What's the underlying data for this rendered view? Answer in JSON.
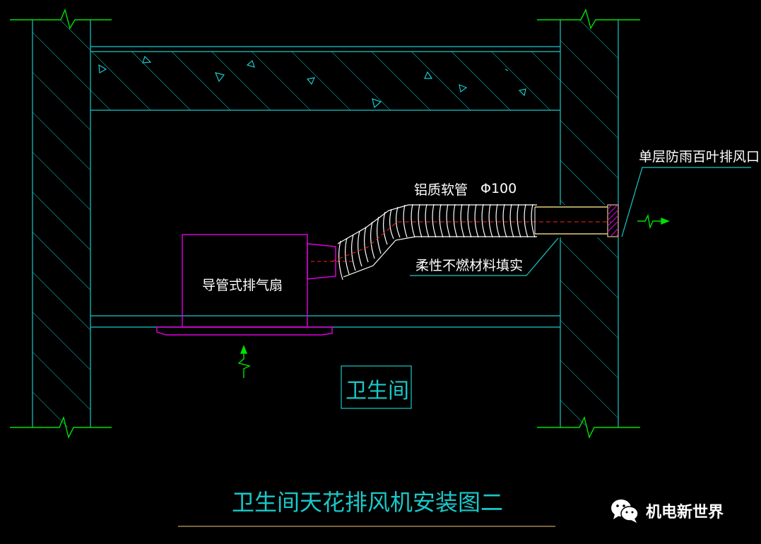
{
  "drawing": {
    "title": "卫生间天花排风机安装图二",
    "room_label": "卫生间",
    "fan_label": "导管式排气扇",
    "hose_label": "铝质软管",
    "hose_size": "Φ100",
    "fill_label": "柔性不燃材料填实",
    "louver_label": "单层防雨百叶排风口"
  },
  "watermark": {
    "text": "机电新世界",
    "icon": "wechat-icon"
  },
  "colors": {
    "background": "#000000",
    "wall_cyan": "#19c8c8",
    "break_green": "#00e000",
    "fan_magenta": "#e000e0",
    "hose_white": "#ffffff",
    "centerline_red": "#ff2020",
    "pipe_yellow": "#e0d080",
    "title_underline": "#c8a060"
  }
}
